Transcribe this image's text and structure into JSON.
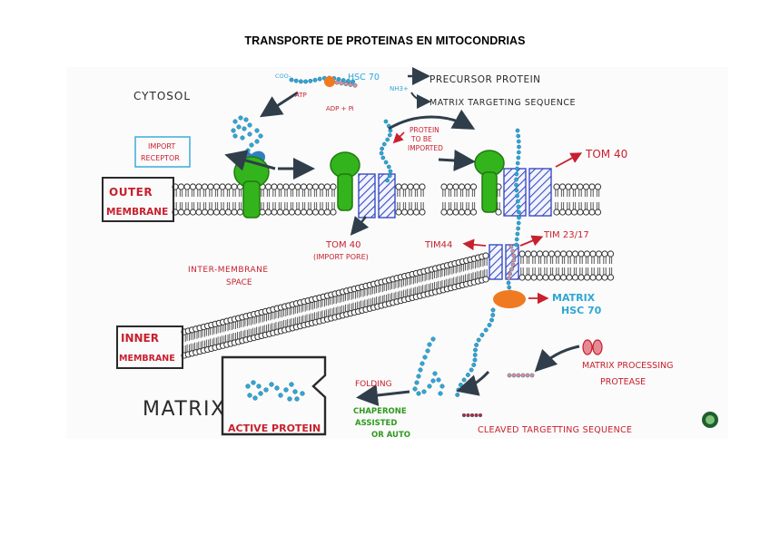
{
  "document": {
    "title": "TRANSPORTE DE PROTEINAS EN MITOCONDRIAS"
  },
  "diagram": {
    "cytosol": "CYTOSOL",
    "hsc70_top": "HSC 70",
    "nh3": "NH3+",
    "coo": "COO-",
    "atp": "ATP",
    "adp_pi": "ADP + Pi",
    "precursor_protein": "PRECURSOR PROTEIN",
    "matrix_targeting_sequence": "MATRIX TARGETING SEQUENCE",
    "import_receptor": [
      "IMPORT",
      "RECEPTOR"
    ],
    "protein_to_be_imported": [
      "PROTEIN",
      "TO BE",
      "IMPORTED"
    ],
    "tom40_right": "TOM 40",
    "outer_membrane": [
      "OUTER",
      "MEMBRANE"
    ],
    "tom40_import_pore": [
      "TOM 40",
      "(IMPORT PORE)"
    ],
    "tim44": "TIM44",
    "tim23_17": "TIM 23/17",
    "intermembrane_space": [
      "INTER-MEMBRANE",
      "SPACE"
    ],
    "matrix_hsc70": [
      "MATRIX",
      "HSC 70"
    ],
    "inner_membrane": [
      "INNER",
      "MEMBRANE"
    ],
    "matrix_processing_protease": [
      "MATRIX PROCESSING",
      "PROTEASE"
    ],
    "matrix": "MATRIX",
    "active_protein": "ACTIVE PROTEIN",
    "folding": "FOLDING",
    "chaperone": [
      "CHAPERONE",
      "ASSISTED",
      "OR AUTO"
    ],
    "cleaved_targeting_sequence": "CLEAVED TARGETTING SEQUENCE"
  },
  "colors": {
    "green": "#34b41c",
    "blue_bead": "#2fa6d6",
    "red": "#c8202e",
    "orange": "#f07a22",
    "pore_blue": "#3a4bc4",
    "text_dark": "#2a2a2a"
  }
}
